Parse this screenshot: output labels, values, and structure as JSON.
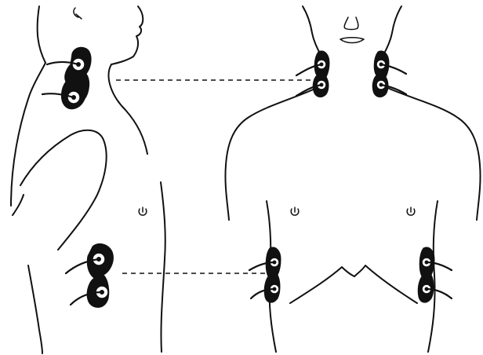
{
  "figure": {
    "views": [
      "side-view",
      "front-view"
    ],
    "electrode_pairs": 4,
    "colors": {
      "outline": "#111111",
      "electrode": "#111111",
      "background": "#ffffff"
    }
  }
}
